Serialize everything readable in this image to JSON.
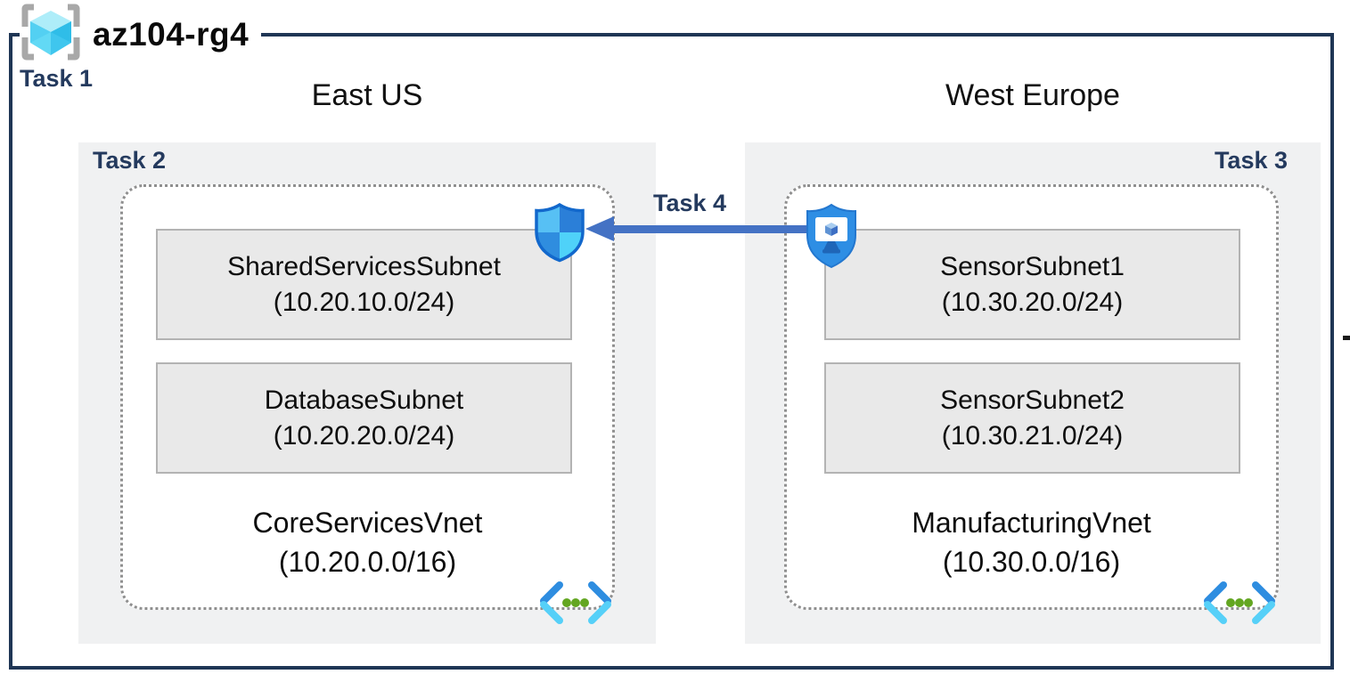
{
  "diagram": {
    "resource_group": {
      "name": "az104-rg4",
      "task": "Task 1",
      "icon": "resource-group-icon"
    },
    "regions": [
      {
        "name": "East US",
        "task": "Task 2",
        "vnet": {
          "name": "CoreServicesVnet",
          "cidr": "(10.20.0.0/16)",
          "icon": "virtual-network-icon",
          "subnets": [
            {
              "name": "SharedServicesSubnet",
              "cidr": "(10.20.10.0/24)"
            },
            {
              "name": "DatabaseSubnet",
              "cidr": "(10.20.20.0/24)"
            }
          ]
        }
      },
      {
        "name": "West Europe",
        "task": "Task 3",
        "vnet": {
          "name": "ManufacturingVnet",
          "cidr": "(10.30.0.0/16)",
          "icon": "virtual-network-icon",
          "subnets": [
            {
              "name": "SensorSubnet1",
              "cidr": "(10.30.20.0/24)"
            },
            {
              "name": "SensorSubnet2",
              "cidr": "(10.30.21.0/24)"
            }
          ]
        }
      }
    ],
    "peering": {
      "label": "Task 4",
      "direction": "right-to-left",
      "from_icon": "bastion-shield-icon",
      "to_icon": "nsg-shield-icon"
    },
    "colors": {
      "outer_border_navy": "#1F3655",
      "task_label_navy": "#243A5E",
      "region_fill": "#F0F1F2",
      "subnet_fill": "#E9E9E9",
      "subnet_border": "#B3B3B3",
      "vnet_dotted_border": "#8F8F8F",
      "arrow_blue": "#4472C4",
      "icon_blue_dark": "#2B7FD8",
      "icon_blue_light": "#55C0F5",
      "icon_green_dot": "#63A621",
      "cube_cyan": "#46CDEE"
    }
  }
}
